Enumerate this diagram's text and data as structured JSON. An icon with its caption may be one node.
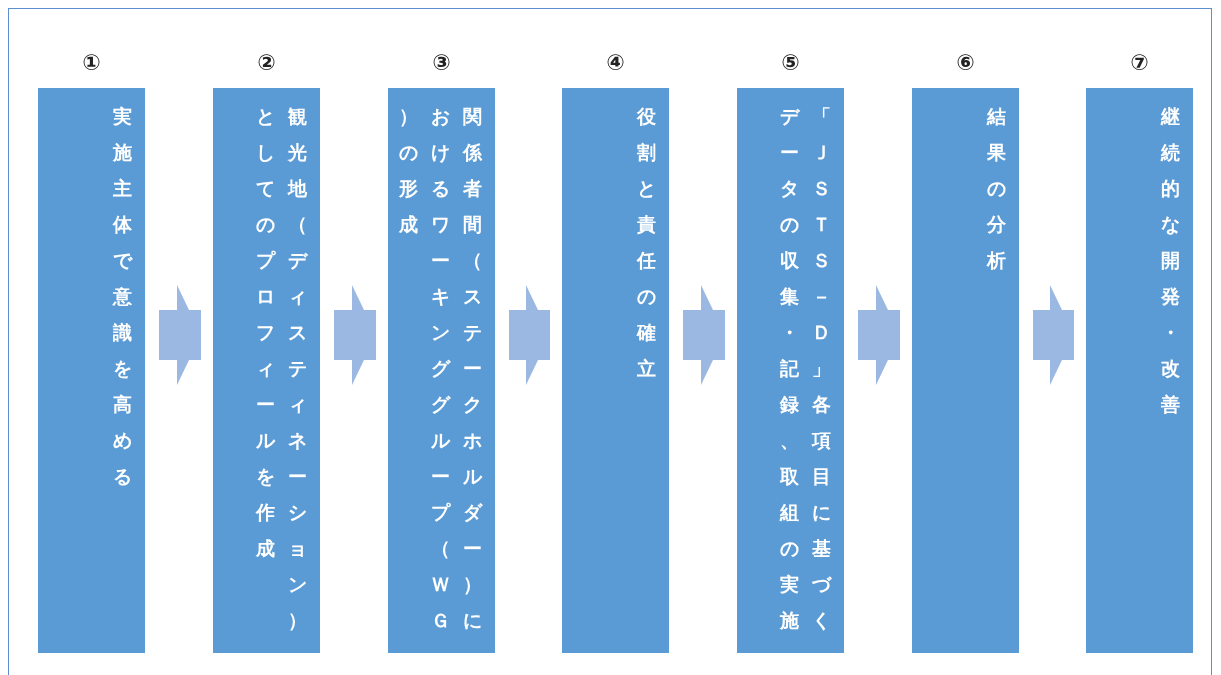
{
  "diagram": {
    "nodes": [
      {
        "text": [
          "①",
          "実施主体で意識を高める"
        ]
      },
      {
        "text": [
          "②",
          "観光地（ディスティネーション）としてのプロフィールを作成"
        ]
      },
      {
        "text": [
          "③",
          "関係者間（ステークホルダー）におけるワーキンググループ（ＷＧ）の形成"
        ]
      },
      {
        "text": [
          "④",
          "役割と責任の確立"
        ]
      },
      {
        "text": [
          "⑤",
          "「ＪＳＴＳ－Ｄ」各項目に基づくデータの収集・記録、取組の実施"
        ]
      },
      {
        "text": [
          "⑥",
          "結果の分析"
        ]
      },
      {
        "text": [
          "⑦",
          "継続的な開発・改善"
        ]
      }
    ],
    "edges": [
      {
        "from": 0,
        "to": 1,
        "arrow": "to"
      },
      {
        "from": 1,
        "to": 2,
        "arrow": "to"
      },
      {
        "from": 2,
        "to": 3,
        "arrow": "to"
      },
      {
        "from": 3,
        "to": 4,
        "arrow": "to"
      },
      {
        "from": 4,
        "to": 5,
        "arrow": "to"
      },
      {
        "from": 5,
        "to": 6,
        "arrow": "to"
      }
    ]
  }
}
